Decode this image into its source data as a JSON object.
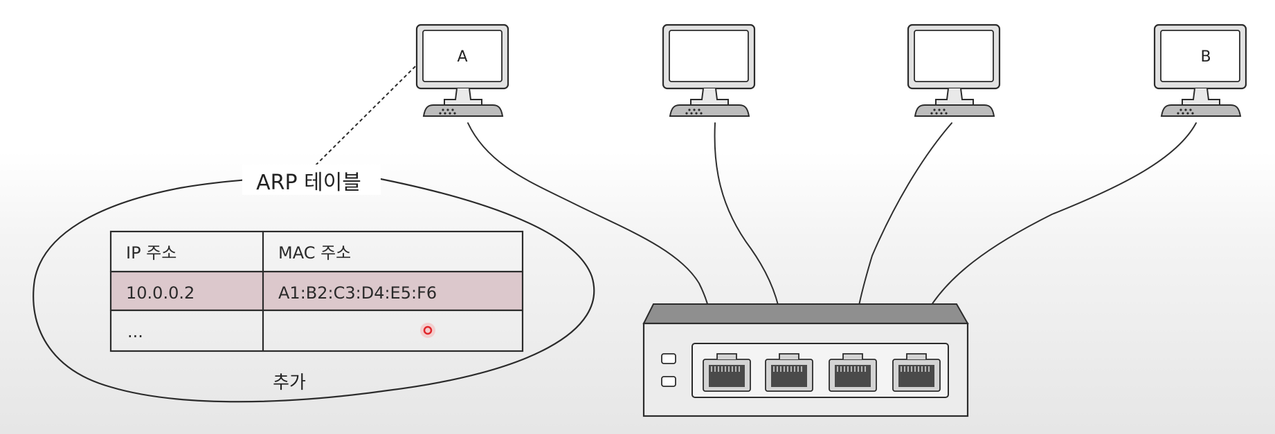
{
  "diagram": {
    "computers": [
      {
        "label": "A"
      },
      {
        "label": ""
      },
      {
        "label": ""
      },
      {
        "label": "B"
      }
    ],
    "arp_table": {
      "title": "ARP 테이블",
      "headers": [
        "IP 주소",
        "MAC 주소"
      ],
      "rows": [
        [
          "10.0.0.2",
          "A1:B2:C3:D4:E5:F6"
        ],
        [
          "...",
          ""
        ]
      ],
      "note": "추가"
    },
    "colors": {
      "highlight_row": "#dcc8cc",
      "screen_frame": "#e2e2e2",
      "keyboard": "#bdbdbd",
      "switch_body": "#ececec",
      "switch_top": "#8f8f8f",
      "cursor_dot": "#e0262b"
    }
  }
}
